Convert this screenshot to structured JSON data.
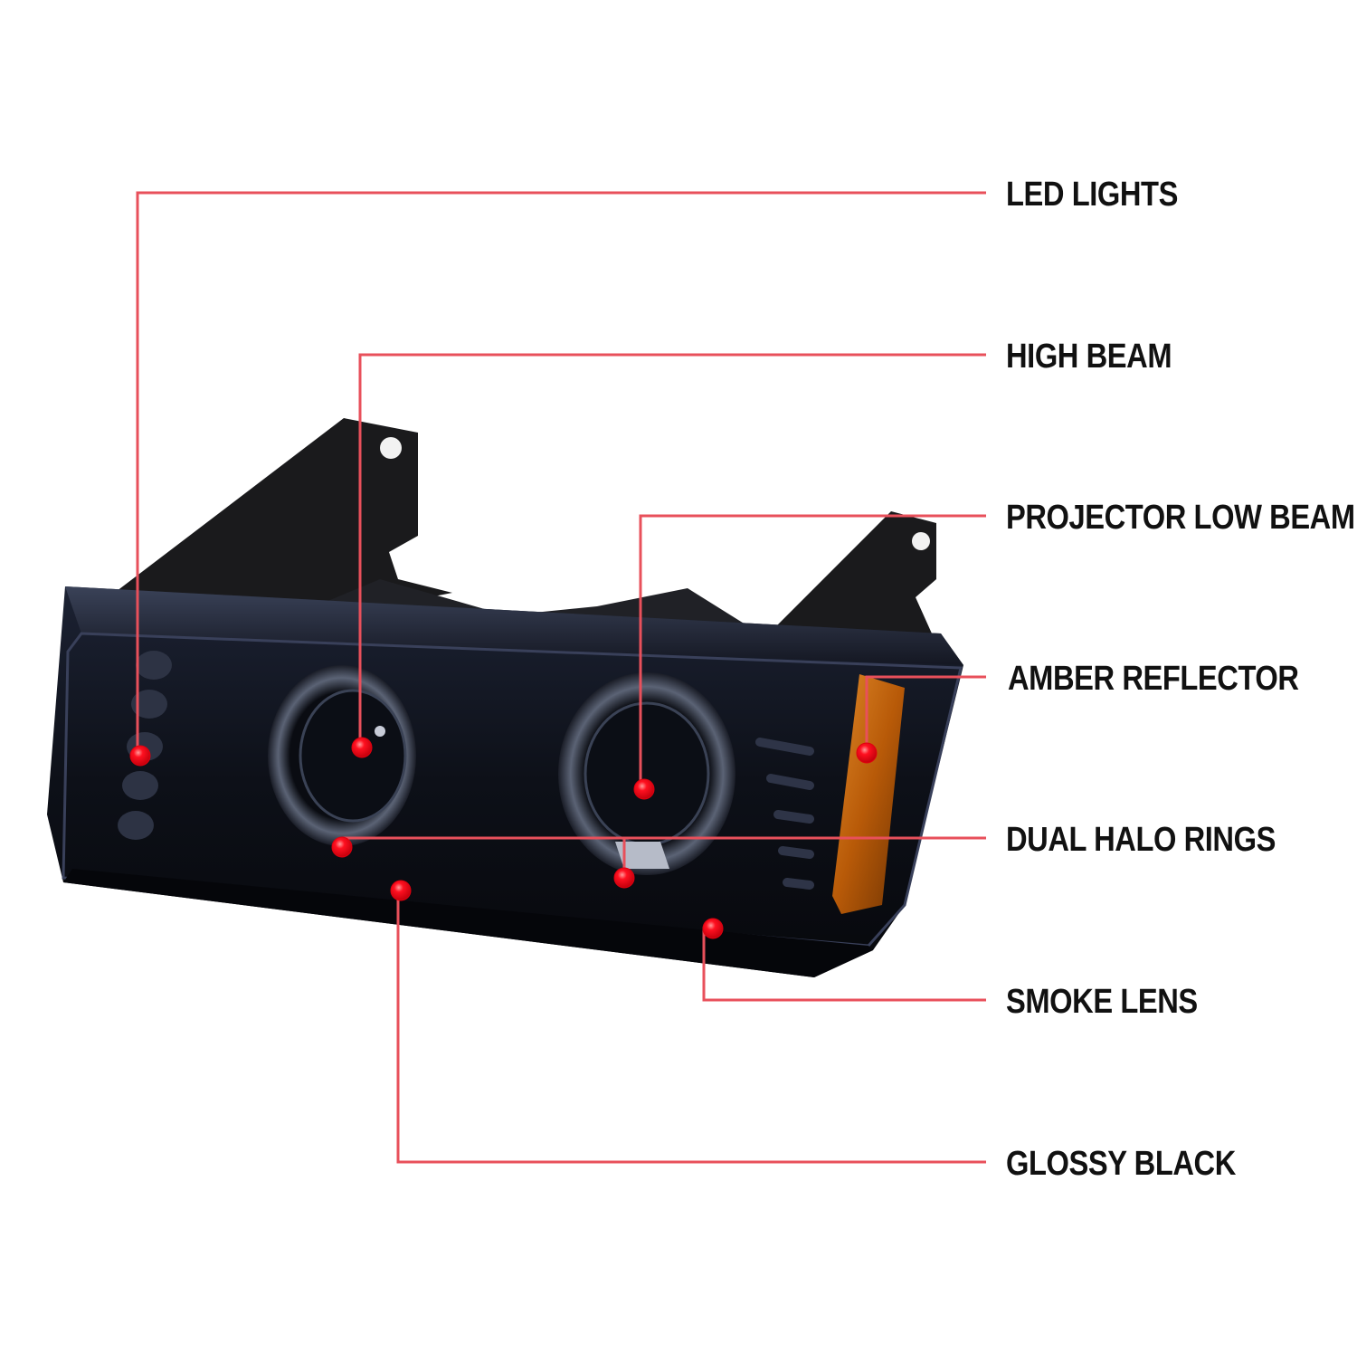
{
  "colors": {
    "callout_line": "#e8505b",
    "marker": "#e0000f",
    "housing": "#111319",
    "amber": "#c96a10"
  },
  "callouts": [
    {
      "id": "led-lights",
      "label": "LED LIGHTS"
    },
    {
      "id": "high-beam",
      "label": "HIGH BEAM"
    },
    {
      "id": "projector-low-beam",
      "label": "PROJECTOR LOW BEAM"
    },
    {
      "id": "amber-reflector",
      "label": "AMBER REFLECTOR"
    },
    {
      "id": "dual-halo-rings",
      "label": "DUAL HALO RINGS"
    },
    {
      "id": "smoke-lens",
      "label": "SMOKE LENS"
    },
    {
      "id": "glossy-black",
      "label": "GLOSSY BLACK"
    }
  ]
}
